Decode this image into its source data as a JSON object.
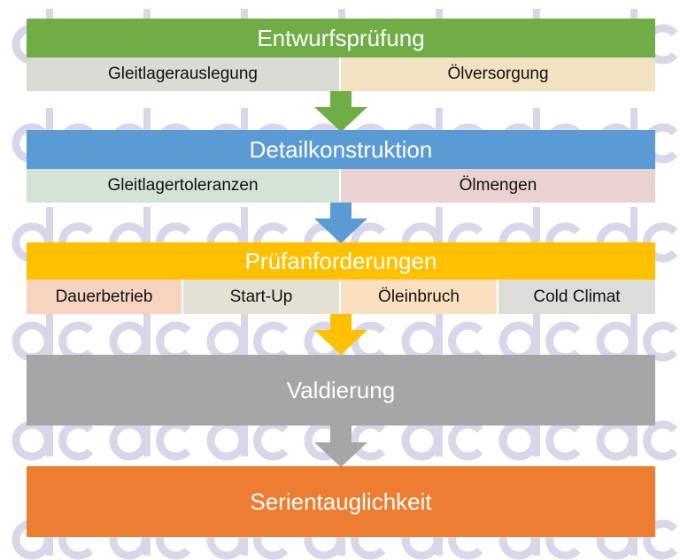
{
  "steps": {
    "entwurf": {
      "title": "Entwurfsprüfung",
      "color": "#70ad47",
      "items": [
        "Gleitlagerauslegung",
        "Ölversorgung"
      ],
      "item_colors": [
        "#d9dcd4",
        "#f3e2c2"
      ]
    },
    "detail": {
      "title": "Detailkonstruktion",
      "color": "#5b9bd5",
      "items": [
        "Gleitlagertoleranzen",
        "Ölmengen"
      ],
      "item_colors": [
        "#d3e4d6",
        "#ead2d0"
      ]
    },
    "pruef": {
      "title": "Prüfanforderungen",
      "color": "#ffc000",
      "items": [
        "Dauerbetrieb",
        "Start-Up",
        "Öleinbruch",
        "Cold Climat"
      ],
      "item_colors": [
        "#f6d4c0",
        "#e3e1d4",
        "#fbe0c0",
        "#dcdcd8"
      ]
    },
    "valid": {
      "title": "Valdierung",
      "color": "#a6a6a6"
    },
    "serie": {
      "title": "Serientauglichkeit",
      "color": "#ed7d31"
    }
  },
  "watermark": {
    "color": "#b8b8d8"
  }
}
